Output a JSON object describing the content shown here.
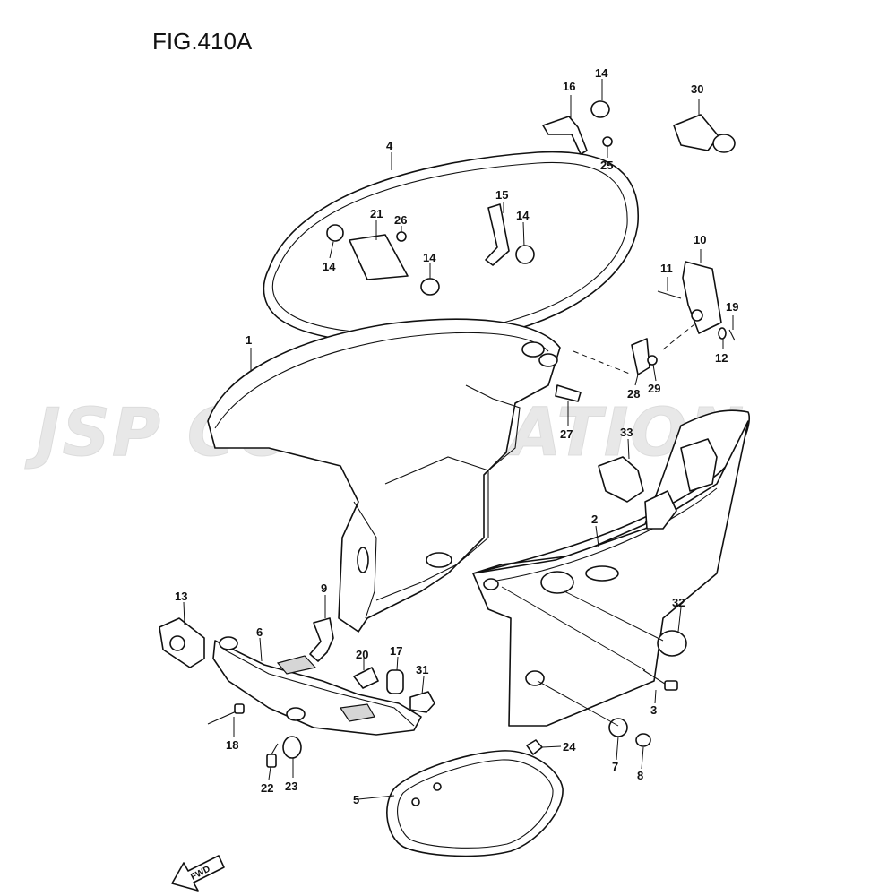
{
  "figure": {
    "title": "FIG.410A"
  },
  "watermark": {
    "text": "JSP CORPORATION"
  },
  "direction_arrow": {
    "label": "FWD"
  },
  "callouts": {
    "c1": "1",
    "c2": "2",
    "c3": "3",
    "c4": "4",
    "c5": "5",
    "c6": "6",
    "c7": "7",
    "c8": "8",
    "c9": "9",
    "c10": "10",
    "c11": "11",
    "c12": "12",
    "c13": "13",
    "c14a": "14",
    "c14b": "14",
    "c14c": "14",
    "c14d": "14",
    "c15": "15",
    "c16": "16",
    "c17": "17",
    "c18": "18",
    "c19": "19",
    "c20": "20",
    "c21": "21",
    "c22": "22",
    "c23": "23",
    "c24": "24",
    "c25": "25",
    "c26": "26",
    "c27": "27",
    "c28": "28",
    "c29": "29",
    "c30": "30",
    "c31": "31",
    "c32": "32",
    "c33": "33"
  }
}
